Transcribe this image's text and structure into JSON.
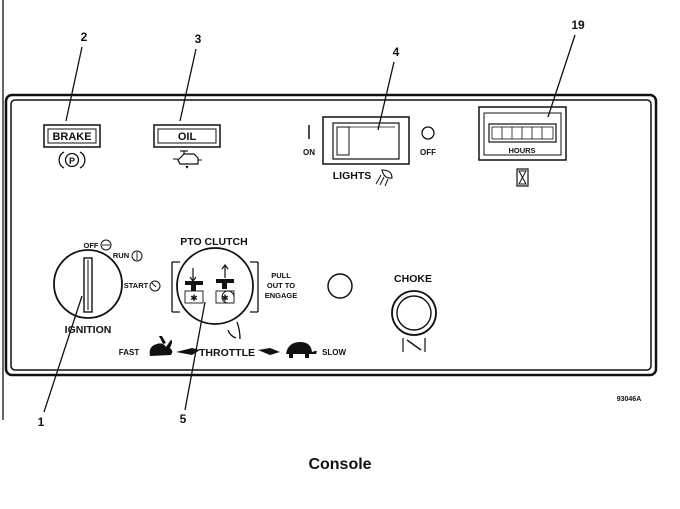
{
  "callouts": {
    "c1": "1",
    "c2": "2",
    "c3": "3",
    "c4": "4",
    "c5": "5",
    "c19": "19"
  },
  "brake": {
    "label": "BRAKE",
    "symbol": "P"
  },
  "oil": {
    "label": "OIL"
  },
  "lights": {
    "label": "LIGHTS",
    "on_label": "ON",
    "off_label": "OFF",
    "icon": "headlight-icon"
  },
  "hour_meter": {
    "label": "HOURS",
    "icon": "hourglass-icon"
  },
  "ignition": {
    "label": "IGNITION",
    "off": "OFF",
    "run": "RUN",
    "start": "START"
  },
  "pto": {
    "title": "PTO CLUTCH",
    "pull_line1": "PULL",
    "pull_line2": "OUT TO",
    "pull_line3": "ENGAGE"
  },
  "throttle": {
    "label": "THROTTLE",
    "fast": "FAST",
    "slow": "SLOW",
    "fast_icon": "rabbit-icon",
    "slow_icon": "turtle-icon"
  },
  "choke": {
    "label": "CHOKE"
  },
  "figure_code": "93046A",
  "caption": "Console"
}
